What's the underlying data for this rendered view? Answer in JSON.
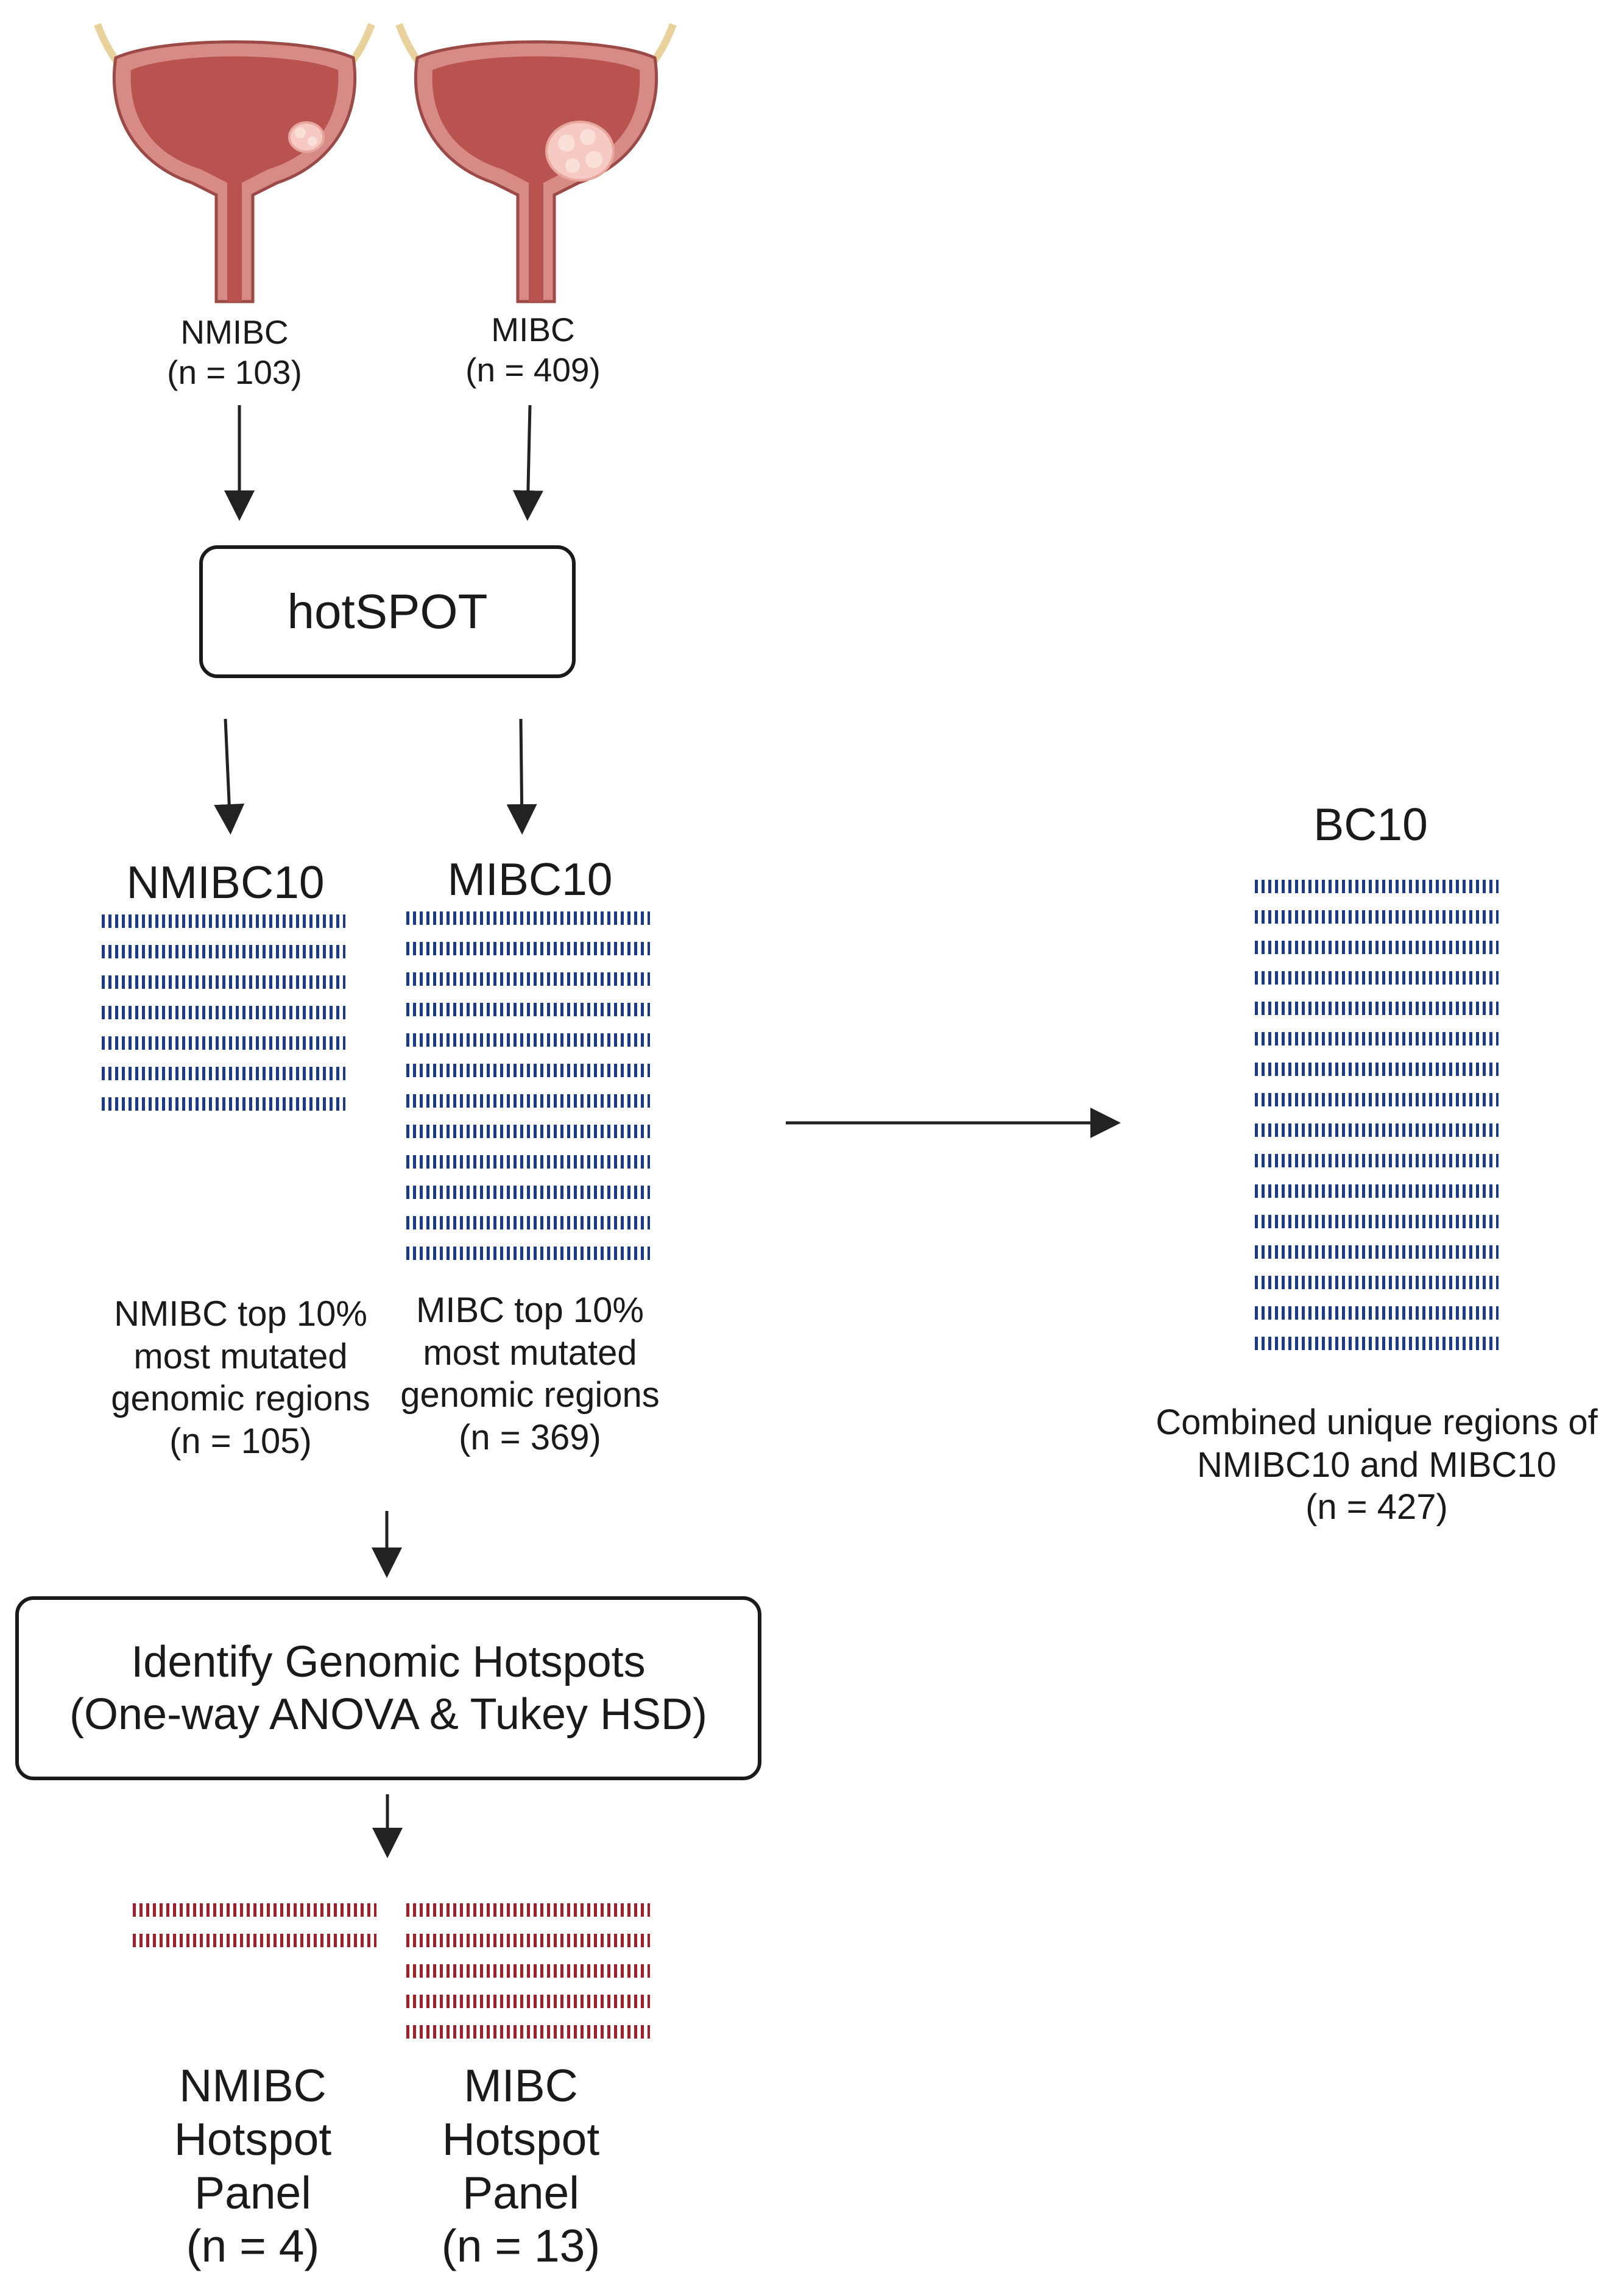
{
  "colors": {
    "region_blue": "#1c3a8a",
    "hotspot_red": "#a0202a",
    "bladder_wall": "#d88a86",
    "bladder_lumen": "#b8534f",
    "tumor": "#f6c9c2",
    "ureter": "#e8d19a",
    "arrow": "#222222"
  },
  "icons": [
    "bladder-nmibc-icon",
    "bladder-mibc-icon"
  ],
  "cohorts": [
    {
      "name": "NMIBC",
      "n": "(n = 103)"
    },
    {
      "name": "MIBC",
      "n": "(n = 409)"
    }
  ],
  "tool": {
    "label": "hotSPOT"
  },
  "top10": [
    {
      "title": "NMIBC10",
      "rows": 7,
      "desc": [
        "NMIBC top 10%",
        "most mutated",
        "genomic regions",
        "(n = 105)"
      ]
    },
    {
      "title": "MIBC10",
      "rows": 12,
      "desc": [
        "MIBC top 10%",
        "most mutated",
        "genomic regions",
        "(n = 369)"
      ]
    }
  ],
  "combined": {
    "title": "BC10",
    "rows": 16,
    "desc": [
      "Combined unique regions of",
      "NMIBC10 and MIBC10",
      "(n = 427)"
    ]
  },
  "analysis": {
    "label": "Identify Genomic Hotspots\n(One-way ANOVA & Tukey HSD)"
  },
  "panels": [
    {
      "rows": 2,
      "desc": [
        "NMIBC",
        "Hotspot",
        "Panel",
        "(n = 4)"
      ]
    },
    {
      "rows": 5,
      "desc": [
        "MIBC",
        "Hotspot",
        "Panel",
        "(n = 13)"
      ]
    }
  ]
}
